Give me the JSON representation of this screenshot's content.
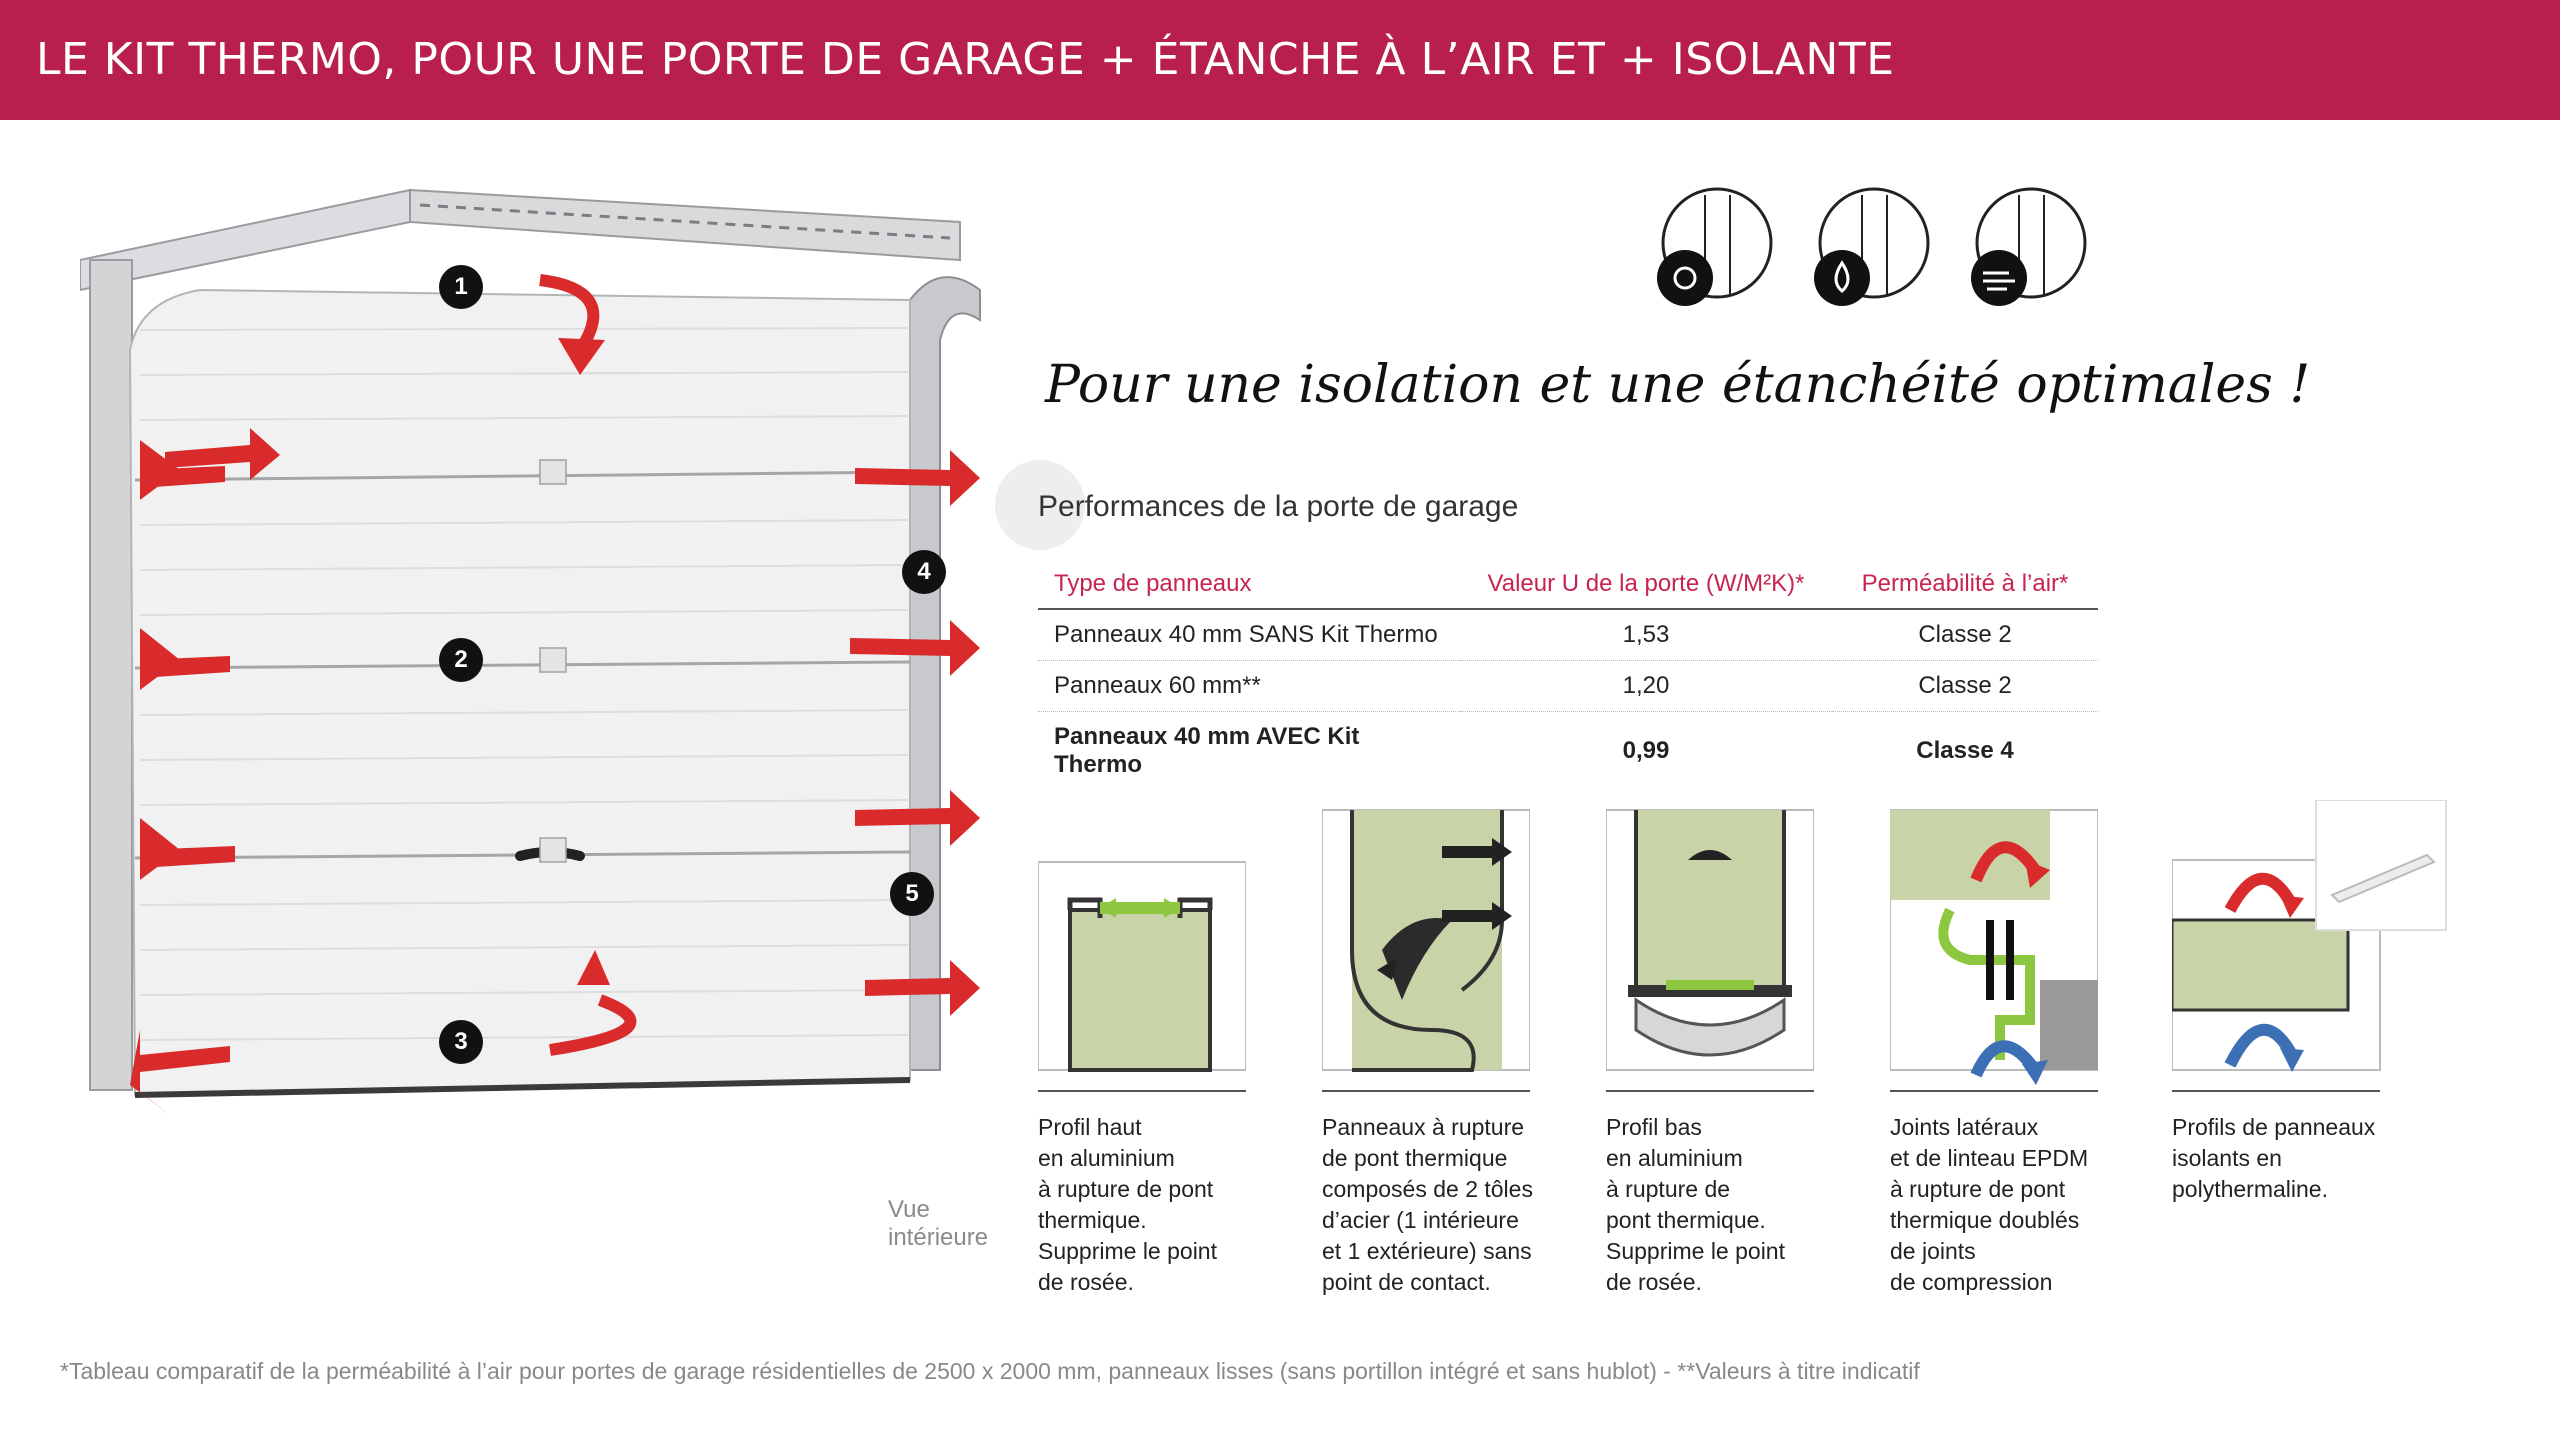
{
  "header": {
    "title": "LE KIT THERMO, POUR UNE PORTE DE GARAGE + ÉTANCHE À L’AIR ET + ISOLANTE"
  },
  "door": {
    "view_label": "Vue intérieure",
    "badges": [
      "1",
      "2",
      "3",
      "4",
      "5"
    ]
  },
  "icons": [
    "thermal-fan-icon",
    "water-drop-icon",
    "wind-icon"
  ],
  "slogan": "Pour une isolation et une étanchéité optimales !",
  "performance": {
    "title": "Performances de la porte de garage",
    "columns": [
      "Type de panneaux",
      "Valeur U de la porte (W/M²K)*",
      "Perméabilité à l’air*"
    ],
    "rows": [
      {
        "type": "Panneaux 40 mm SANS Kit Thermo",
        "u_value": "1,53",
        "permeability": "Classe 2"
      },
      {
        "type": "Panneaux 60 mm**",
        "u_value": "1,20",
        "permeability": "Classe 2"
      },
      {
        "type": "Panneaux 40 mm AVEC Kit Thermo",
        "u_value": "0,99",
        "permeability": "Classe 4"
      }
    ]
  },
  "features": [
    {
      "text": "Profil haut\nen aluminium\nà rupture de pont\nthermique.\nSupprime le point\nde rosée."
    },
    {
      "text": "Panneaux à rupture\nde pont thermique\ncomposés de 2 tôles\nd’acier (1 intérieure\net 1 extérieure) sans\npoint de contact."
    },
    {
      "text": "Profil bas\nen aluminium\nà rupture de\npont thermique.\nSupprime le point\nde rosée."
    },
    {
      "text": "Joints latéraux\net de linteau EPDM\nà rupture de pont\nthermique doublés\nde joints\nde compression"
    },
    {
      "text": "Profils de panneaux\nisolants en\npolythermaline."
    }
  ],
  "footnote": "*Tableau comparatif de la perméabilité à l’air pour portes de garage résidentielles de 2500 x 2000 mm, panneaux lisses (sans portillon intégré et sans hublot) - **Valeurs à titre indicatif",
  "colors": {
    "banner": "#b81f4d",
    "accent_red": "#d92b2b",
    "foam": "#c9d3a8",
    "seal_green": "#8dc63f",
    "arrow_blue": "#3d6fb5"
  }
}
